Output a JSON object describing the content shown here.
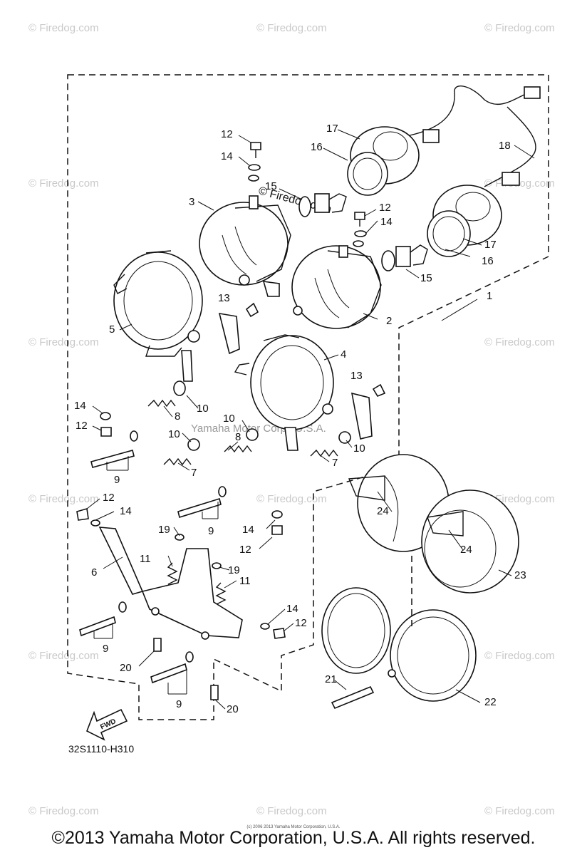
{
  "diagram": {
    "code": "32S1110-H310",
    "fwd_label": "FWD",
    "callouts": {
      "c1": "1",
      "c2": "2",
      "c3": "3",
      "c4": "4",
      "c5": "5",
      "c6": "6",
      "c7a": "7",
      "c7b": "7",
      "c8a": "8",
      "c8b": "8",
      "c9a": "9",
      "c9b": "9",
      "c9c": "9",
      "c9d": "9",
      "c10a": "10",
      "c10b": "10",
      "c10c": "10",
      "c10d": "10",
      "c11a": "11",
      "c11b": "11",
      "c12a": "12",
      "c12b": "12",
      "c12c": "12",
      "c12d": "12",
      "c12e": "12",
      "c12f": "12",
      "c13a": "13",
      "c13b": "13",
      "c14a": "14",
      "c14b": "14",
      "c14c": "14",
      "c14d": "14",
      "c14e": "14",
      "c14f": "14",
      "c15a": "15",
      "c15b": "15",
      "c16a": "16",
      "c16b": "16",
      "c17a": "17",
      "c17b": "17",
      "c18": "18",
      "c19a": "19",
      "c19b": "19",
      "c20a": "20",
      "c20b": "20",
      "c21": "21",
      "c22": "22",
      "c23": "23",
      "c24a": "24",
      "c24b": "24"
    }
  },
  "watermarks": {
    "site": "© Firedog.com",
    "inline_site": "© Firedog.com",
    "inline_corp": "Yamaha Motor Corp., U.S.A."
  },
  "footer": {
    "copyright": "©2013 Yamaha Motor Corporation, U.S.A. All rights reserved.",
    "fine_print": "(c) 2006 2013 Yamaha Motor Corporation, U.S.A."
  }
}
